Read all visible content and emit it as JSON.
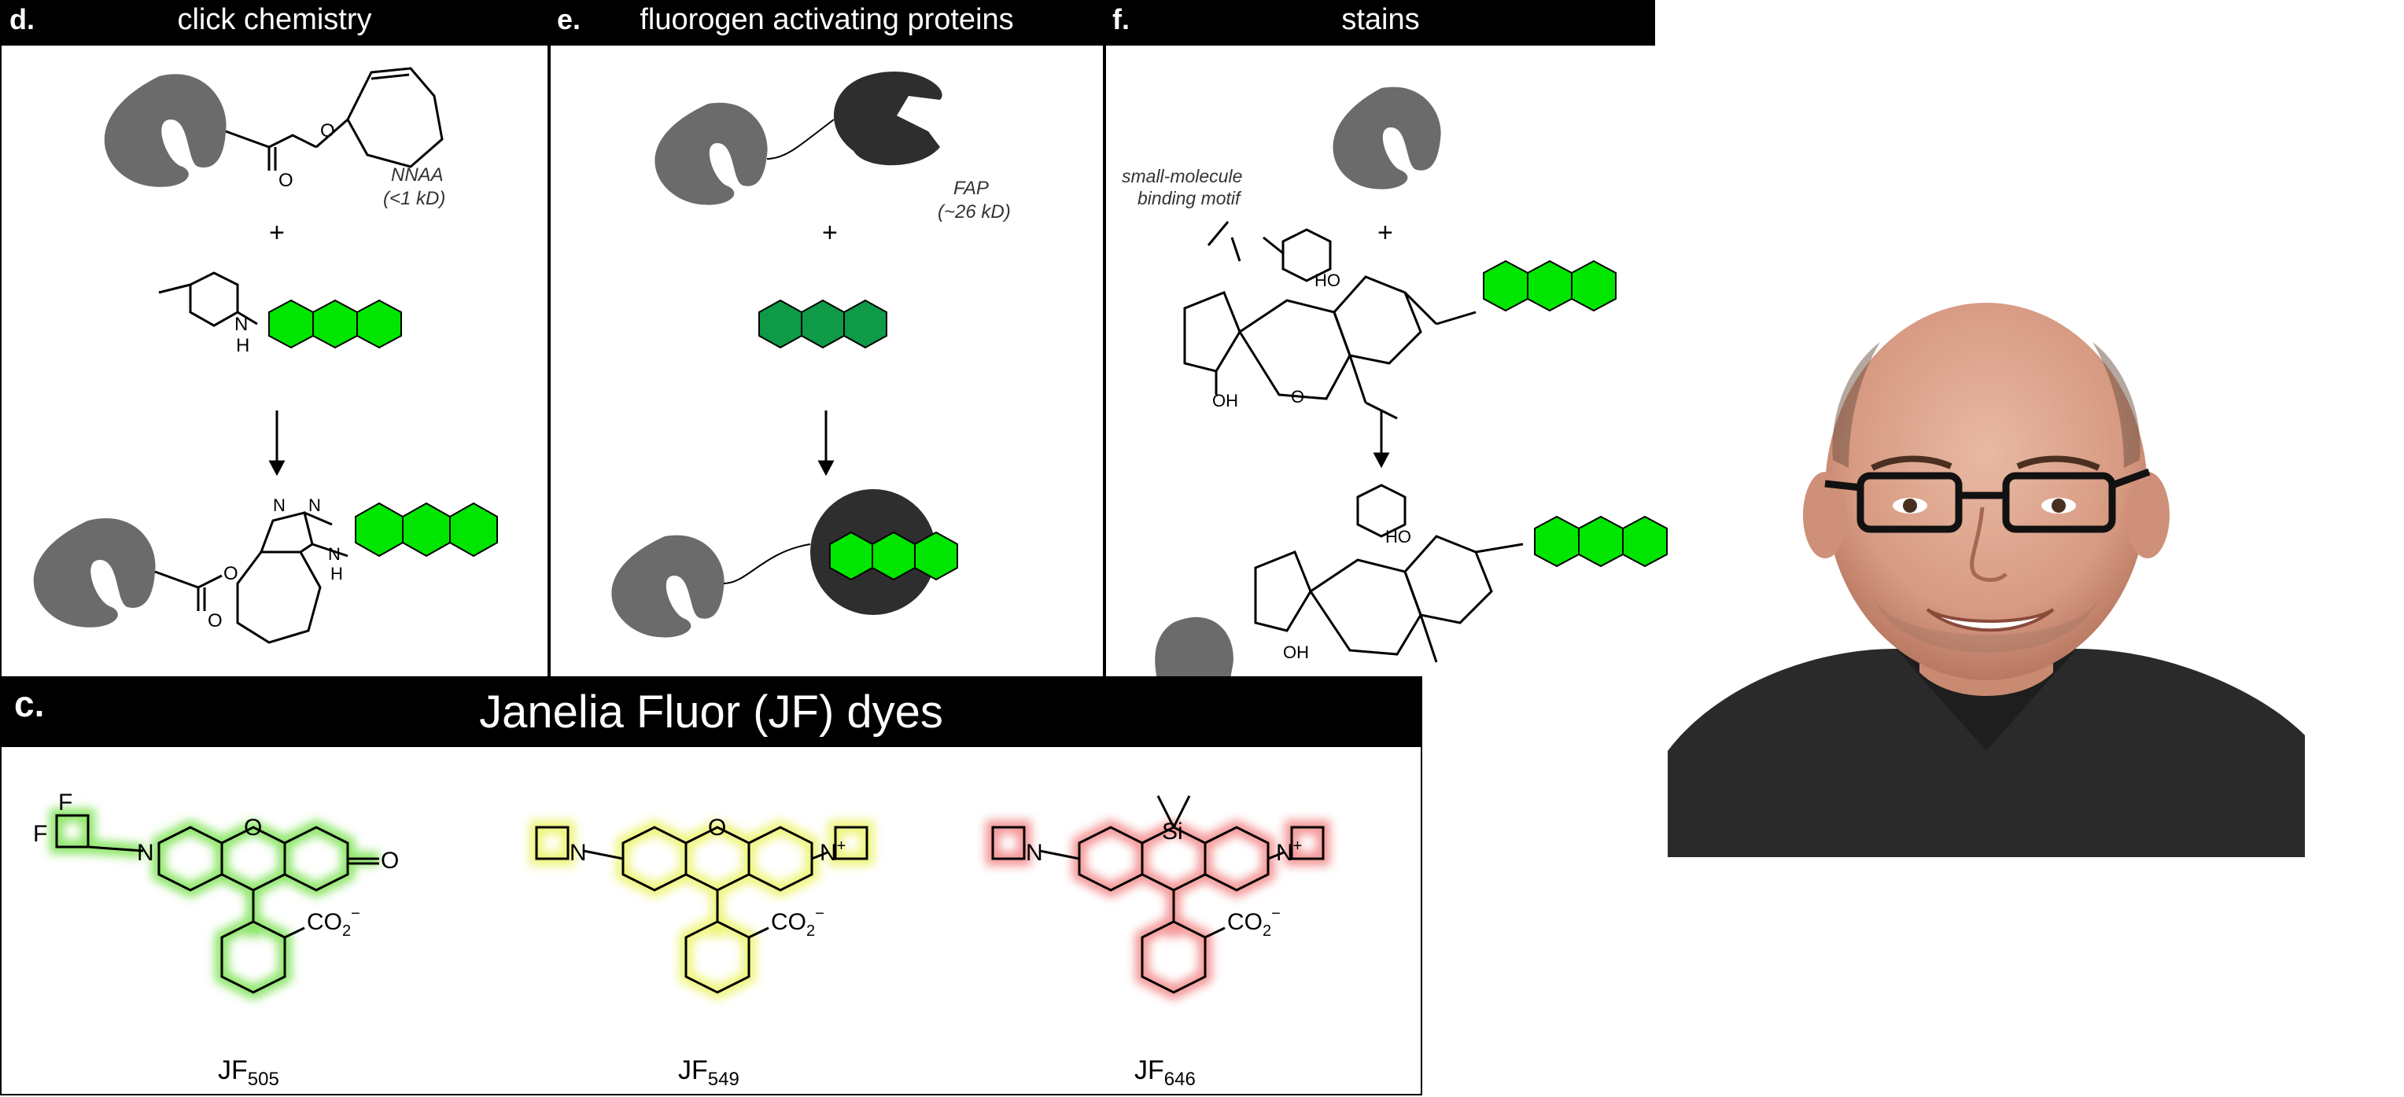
{
  "panels": {
    "d": {
      "letter": "d.",
      "title": "click chemistry",
      "nnaa": "NNAA",
      "nnaa_size": "(<1 kD)",
      "plus": "+",
      "nh": "N",
      "nh_h": "H",
      "n": "N",
      "o": "O"
    },
    "e": {
      "letter": "e.",
      "title": "fluorogen activating proteins",
      "fap": "FAP",
      "fap_size": "(~26 kD)",
      "plus": "+"
    },
    "f": {
      "letter": "f.",
      "title": "stains",
      "motif_line1": "small-molecule",
      "motif_line2": "binding motif",
      "plus": "+",
      "ho": "HO",
      "oh": "OH",
      "o": "O"
    },
    "c": {
      "letter": "c.",
      "title": "Janelia Fluor (JF) dyes",
      "dyes": [
        {
          "base": "JF",
          "sub": "505",
          "color": "#5ddc2a"
        },
        {
          "base": "JF",
          "sub": "549",
          "color": "#e9f25a"
        },
        {
          "base": "JF",
          "sub": "646",
          "color": "#f06a6a"
        }
      ],
      "f": "F",
      "n": "N",
      "o": "O",
      "si": "Si",
      "co2": "CO",
      "co2_sub": "2",
      "minus": "−",
      "plus": "+"
    }
  },
  "colors": {
    "protein": "#6b6b6b",
    "fap": "#2e2e2e",
    "fluor_green": "#00e600",
    "fluor_dark": "#0e9a47"
  }
}
